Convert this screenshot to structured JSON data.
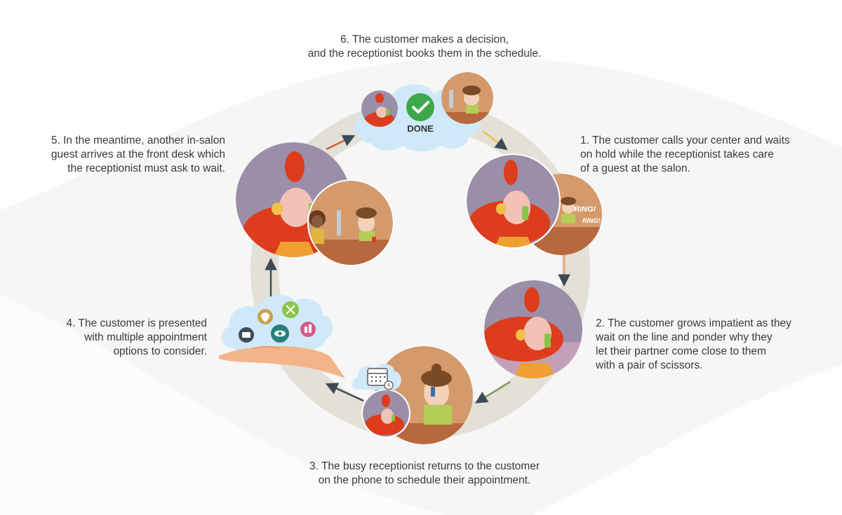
{
  "steps": {
    "s6": "6. The customer makes a decision,\nand the receptionist books them in the schedule.",
    "s5": "5. In the meantime, another in-salon\nguest arrives at the front desk which\nthe receptionist must ask to wait.",
    "s1": "1. The customer calls your center and waits\non hold while the receptionist takes care\nof a guest at the salon.",
    "s4": "4. The customer is presented\nwith multiple appointment\noptions to consider.",
    "s2": "2. The customer grows impatient as they\nwait on the line and ponder why they\nlet their partner come close to them\nwith a pair of scissors.",
    "s3": "3. The busy receptionist returns to the customer\non the phone to schedule their appointment."
  },
  "bubble": {
    "done_label": "DONE"
  },
  "icons": [
    "clock-icon",
    "map-pin-icon",
    "scissors-icon",
    "eye-icon",
    "cosmetics-icon",
    "calendar-icon",
    "checkmark-icon",
    "phone-icon"
  ],
  "colors": {
    "ring": "#e3e1d7",
    "customer_bg": "#9b8ea8",
    "receptionist_bg": "#d49a6c",
    "hair_red": "#dd3d1c",
    "done_green": "#3da84a",
    "cloud": "#cfe9f8",
    "arrow": "#3f4a57"
  }
}
